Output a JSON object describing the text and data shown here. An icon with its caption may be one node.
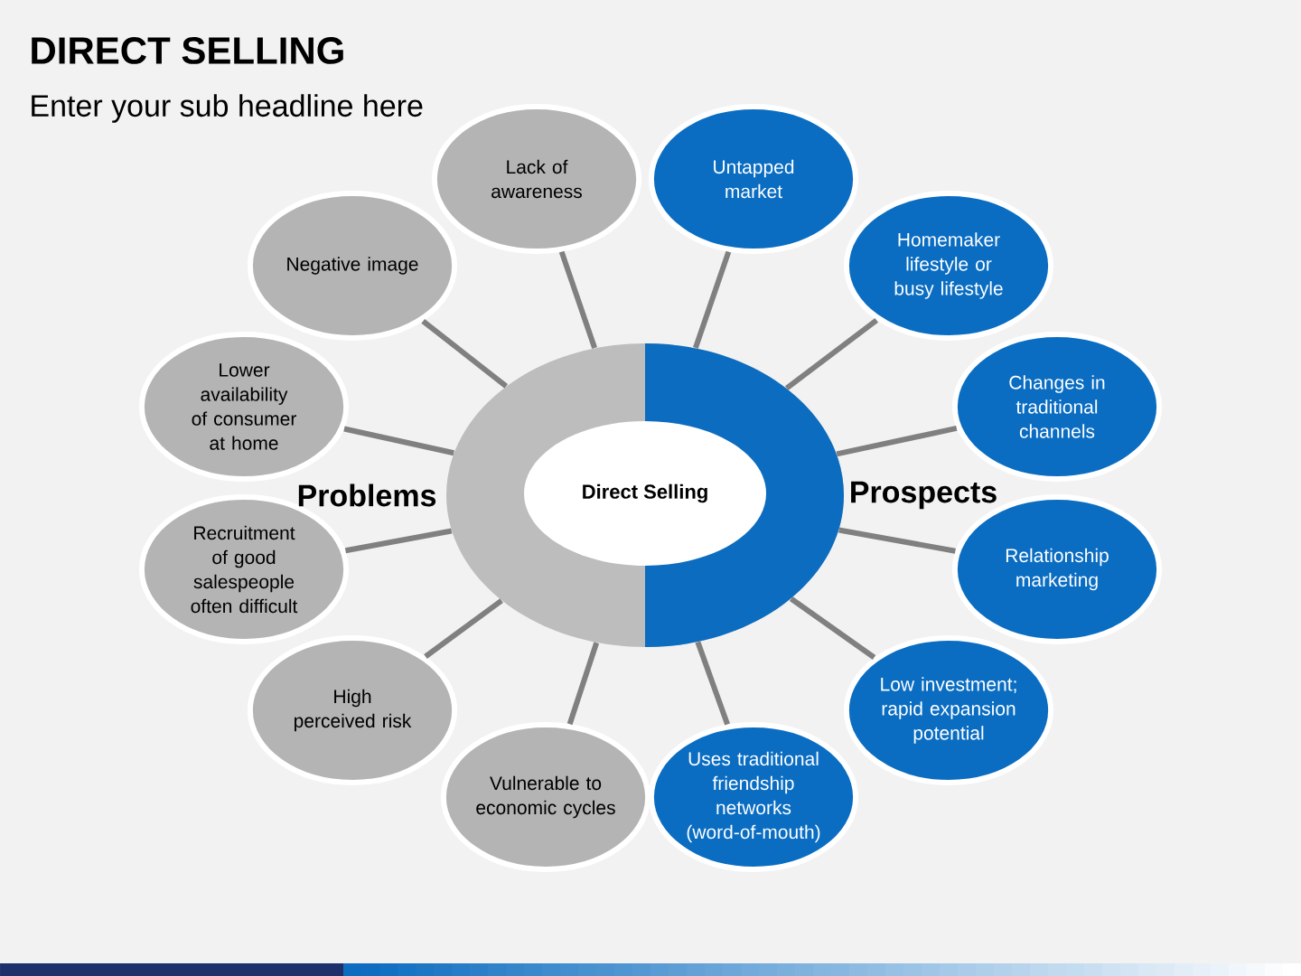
{
  "diagram": {
    "title": "DIRECT SELLING",
    "nodes": [
      {
        "text": [],
        "shape": "circle"
      },
      {
        "text": [
          "Direct Selling"
        ],
        "in": 0
      },
      {
        "text": [
          "Lack of awareness"
        ]
      },
      {
        "text": [
          "Negative image"
        ]
      },
      {
        "text": [
          "Lower availability of consumer at home"
        ]
      },
      {
        "text": [
          "Recruitment of good salespeople often difficult"
        ]
      },
      {
        "text": [
          "High perceived risk"
        ]
      },
      {
        "text": [
          "Vulnerable to economic cycles"
        ]
      },
      {
        "text": [
          "Untapped market"
        ]
      },
      {
        "text": [
          "Homemaker lifestyle or busy lifestyle"
        ]
      },
      {
        "text": [
          "Changes in traditional channels"
        ]
      },
      {
        "text": [
          "Relationship marketing"
        ]
      },
      {
        "text": [
          "Low investment; rapid expansion potential"
        ]
      },
      {
        "text": [
          "Uses traditional friendship networks (word-of-mouth)"
        ]
      }
    ],
    "edges": [
      {
        "from": 0,
        "to": 2,
        "arrow": "none"
      },
      {
        "from": 0,
        "to": 3,
        "arrow": "none"
      },
      {
        "from": 0,
        "to": 4,
        "arrow": "none"
      },
      {
        "from": 0,
        "to": 5,
        "arrow": "none"
      },
      {
        "from": 0,
        "to": 6,
        "arrow": "none"
      },
      {
        "from": 0,
        "to": 7,
        "arrow": "none"
      },
      {
        "from": 0,
        "to": 8,
        "arrow": "none"
      },
      {
        "from": 0,
        "to": 9,
        "arrow": "none"
      },
      {
        "from": 0,
        "to": 10,
        "arrow": "none"
      },
      {
        "from": 0,
        "to": 11,
        "arrow": "none"
      },
      {
        "from": 0,
        "to": 12,
        "arrow": "none"
      },
      {
        "from": 0,
        "to": 13,
        "arrow": "none"
      }
    ],
    "labels": [
      "Enter your sub headline here",
      "Problems",
      "Prospects"
    ]
  }
}
